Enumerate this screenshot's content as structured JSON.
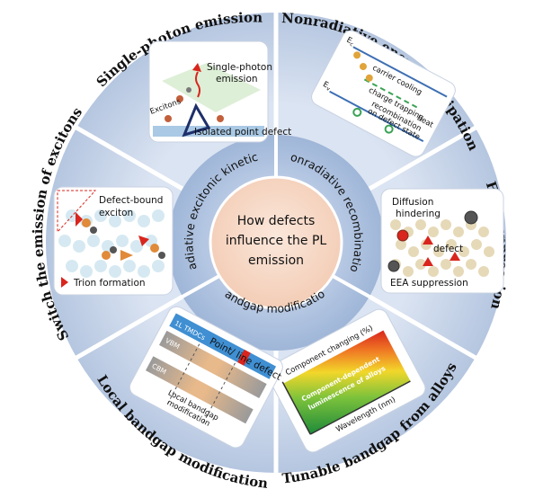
{
  "center": {
    "line1": "How defects",
    "line2": "influence the PL",
    "line3": "emission"
  },
  "outer_labels": {
    "single_photon": "Single-photon emission",
    "nonradiative_dissipation": "Nonradiative energy dissipation",
    "eea_suppression": "EEA suppression",
    "tunable_bandgap": "Tunable bandgap from alloys",
    "local_bandgap": "Local bandgap modification",
    "switch_emission": "Switch the emission of excitons"
  },
  "inner_labels": {
    "radiative": "Radiative excitonic kinetics",
    "nonradiative": "Nonradiative recombination",
    "bandgap": "Bandgap modification"
  },
  "panels": {
    "single_photon": {
      "single_photon_emission_1": "Single-photon",
      "single_photon_emission_2": "emission",
      "excitons": "Excitons",
      "isolated_point_defect": "Isolated point defect"
    },
    "nonradiative": {
      "ec": "E",
      "ec_sub": "c",
      "ev": "E",
      "ev_sub": "v",
      "carrier_cooling": "carrier cooling",
      "charge_trapping": "charge trapping",
      "recombination_1": "recombination",
      "recombination_2": "on defect state",
      "heat": "heat"
    },
    "eea": {
      "diffusion_1": "Diffusion",
      "diffusion_2": "hindering",
      "defect": "defect",
      "eea_suppression": "EEA suppression"
    },
    "tunable": {
      "component_changing": "Component changing (%)",
      "cdl_1": "Component-dependent",
      "cdl_2": "luminescence of alloys",
      "wavelength": "Wavelength (nm)"
    },
    "local_bandgap": {
      "tmdcs": "1L TMDCs",
      "point_line_defect": "Point/ line defect",
      "vbm": "VBM",
      "cbm": "CBM",
      "local_1": "Local bandgap",
      "local_2": "modification"
    },
    "switch": {
      "defect_bound_1": "Defect-bound",
      "defect_bound_2": "exciton",
      "trion_formation": "Trion formation"
    }
  },
  "colors": {
    "outer_ring": "#c9d6ea",
    "inner_ring": "#a9bedc",
    "center_fill": "#f8d9c7",
    "divider": "#ffffff"
  }
}
